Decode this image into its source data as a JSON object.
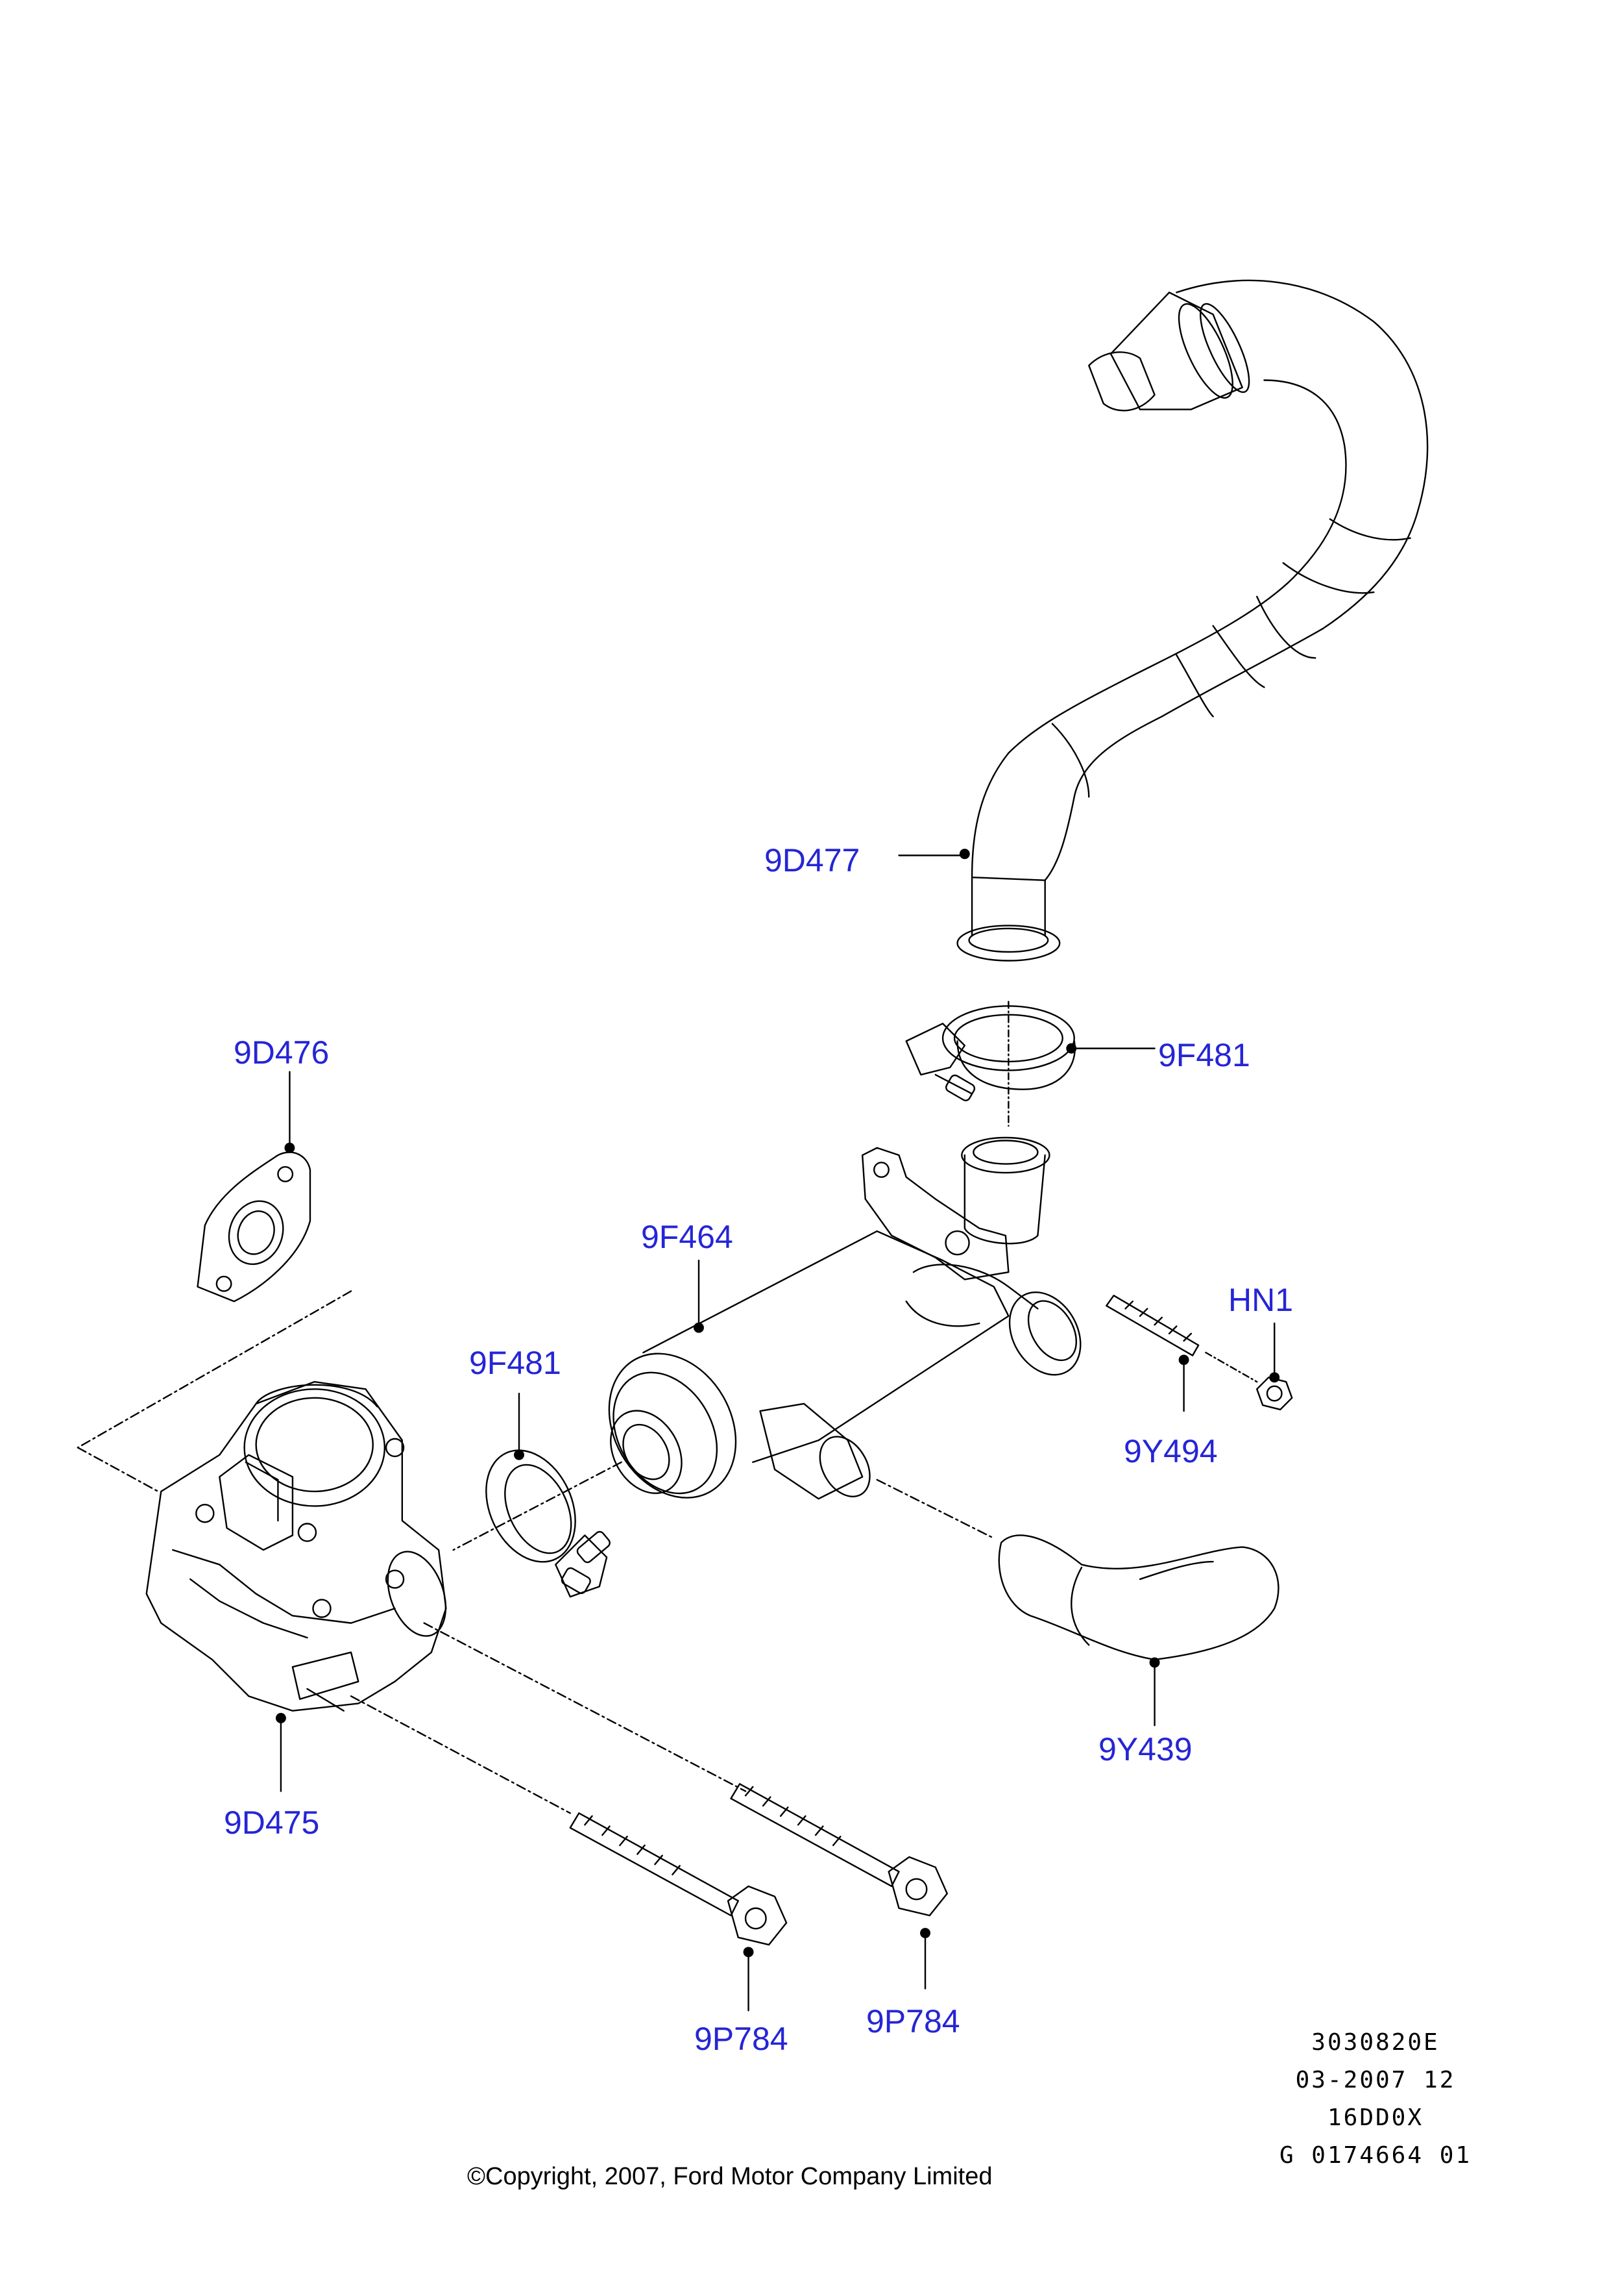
{
  "diagram": {
    "callouts": {
      "egr_pipe": "9D477",
      "clamp_upper": "9F481",
      "gasket": "9D476",
      "egr_cooler": "9F464",
      "nut": "HN1",
      "clamp_lower": "9F481",
      "stud": "9Y494",
      "egr_valve": "9D475",
      "hose": "9Y439",
      "bolt_left": "9P784",
      "bolt_right": "9P784"
    },
    "reference": {
      "line1": "3030820E",
      "line2": "03-2007 12",
      "line3": "16DD0X",
      "line4": "G 0174664 01"
    },
    "copyright": "©Copyright, 2007, Ford Motor Company Limited"
  },
  "colors": {
    "callout_text": "#2525d6",
    "line_art": "#000000",
    "background": "#ffffff"
  }
}
